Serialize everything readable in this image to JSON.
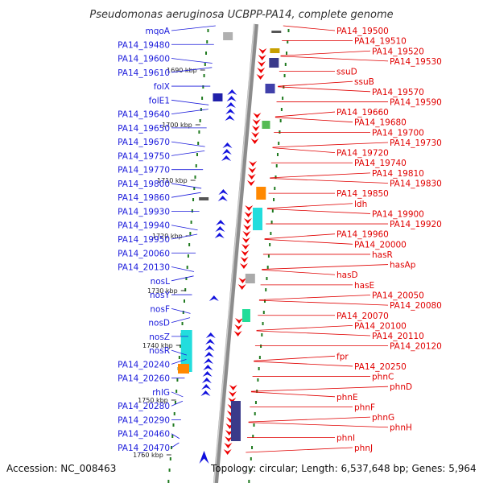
{
  "title": "Pseudomonas aeruginosa UCBPP-PA14, complete genome",
  "footer": {
    "accession": "Accession: NC_008463",
    "topology": "Topology: circular; Length: 6,537,648 bp; Genes: 5,964"
  },
  "scale_labels": [
    "1690 kbp",
    "1700 kbp",
    "1710 kbp",
    "1720 kbp",
    "1730 kbp",
    "1740 kbp",
    "1750 kbp",
    "1760 kbp"
  ],
  "left_genes": [
    "mqoA",
    "PA14_19480",
    "PA14_19600",
    "PA14_19610",
    "folX",
    "folE1",
    "PA14_19640",
    "PA14_19650",
    "PA14_19670",
    "PA14_19750",
    "PA14_19770",
    "PA14_19800",
    "PA14_19860",
    "PA14_19930",
    "PA14_19940",
    "PA14_19950",
    "PA14_20060",
    "PA14_20130",
    "nosL",
    "nosY",
    "nosF",
    "nosD",
    "nosZ",
    "nosR",
    "PA14_20240",
    "PA14_20260",
    "rhlG",
    "PA14_20280",
    "PA14_20290",
    "PA14_20460",
    "PA14_20470"
  ],
  "right_genes": [
    "PA14_19500",
    "PA14_19510",
    "PA14_19520",
    "PA14_19530",
    "ssuD",
    "ssuB",
    "PA14_19570",
    "PA14_19590",
    "PA14_19660",
    "PA14_19680",
    "PA14_19700",
    "PA14_19730",
    "PA14_19720",
    "PA14_19740",
    "PA14_19810",
    "PA14_19830",
    "PA14_19850",
    "ldh",
    "PA14_19900",
    "PA14_19920",
    "PA14_19960",
    "PA14_20000",
    "hasR",
    "hasAp",
    "hasD",
    "hasE",
    "PA14_20050",
    "PA14_20080",
    "PA14_20070",
    "PA14_20100",
    "PA14_20110",
    "PA14_20120",
    "fpr",
    "PA14_20250",
    "phnC",
    "phnD",
    "phnE",
    "phnF",
    "phnG",
    "phnH",
    "phnI",
    "phnJ"
  ],
  "colors": {
    "left_label": "#1a1adb",
    "right_label": "#e00000",
    "backbone": "#8c8c8c",
    "tick": "#1f7a1f"
  }
}
